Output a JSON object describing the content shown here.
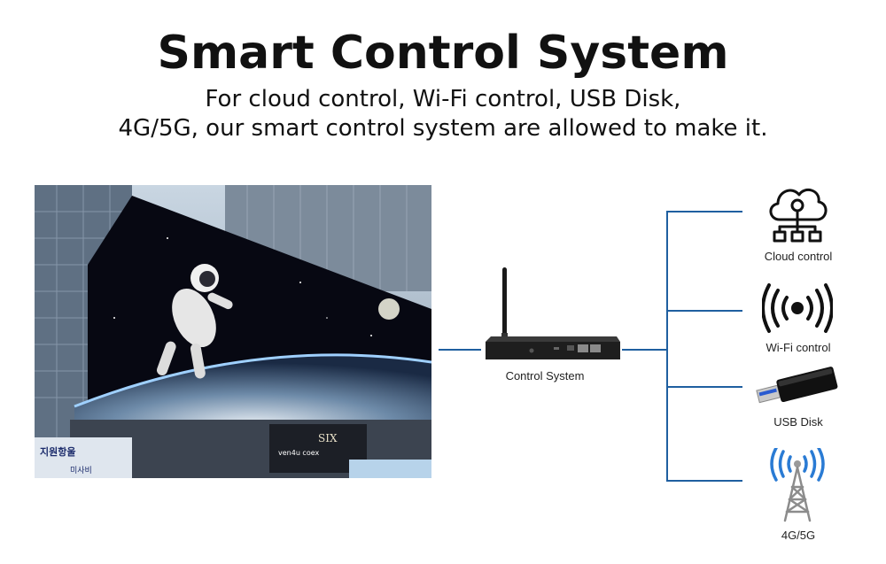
{
  "header": {
    "title": "Smart Control System",
    "subtitle_line1": "For cloud control, Wi-Fi control, USB Disk,",
    "subtitle_line2": "4G/5G, our smart control system are allowed to make it."
  },
  "device": {
    "label": "Control System"
  },
  "outputs": [
    {
      "label": "Cloud control",
      "icon": "cloud-network-icon"
    },
    {
      "label": "Wi-Fi control",
      "icon": "wifi-broadcast-icon"
    },
    {
      "label": "USB Disk",
      "icon": "usb-disk-icon"
    },
    {
      "label": "4G/5G",
      "icon": "cell-tower-icon"
    }
  ],
  "colors": {
    "connector": "#1f5fa0",
    "tower_waves": "#2a7bd4",
    "text": "#111111"
  },
  "photo": {
    "description_icon": "led-billboard-photo",
    "sign_text": "지원항울",
    "sign_text_2": "SIX",
    "sign_text_3": "ven4u coex",
    "sign_text_4": "미사비"
  }
}
